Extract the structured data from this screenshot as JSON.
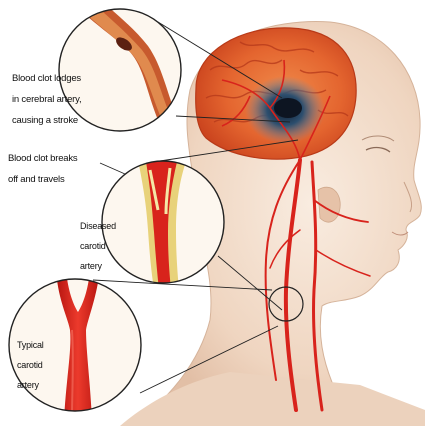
{
  "labels": {
    "clot_lodges": {
      "line1": "Blood clot lodges",
      "line2": "in cerebral artery,",
      "line3": "causing a stroke"
    },
    "clot_breaks": {
      "line1": "Blood clot breaks",
      "line2": "off and travels"
    },
    "diseased": {
      "line1": "Diseased",
      "line2": "carotid",
      "line3": "artery"
    },
    "typical": {
      "line1": "Typical",
      "line2": "carotid",
      "line3": "artery"
    }
  },
  "colors": {
    "artery": "#d8231c",
    "brain": "#e0622d",
    "skin": "#f2dac6",
    "clot": "#2a3f55",
    "plaque": "#e8d27a",
    "callout_border": "#222222"
  }
}
